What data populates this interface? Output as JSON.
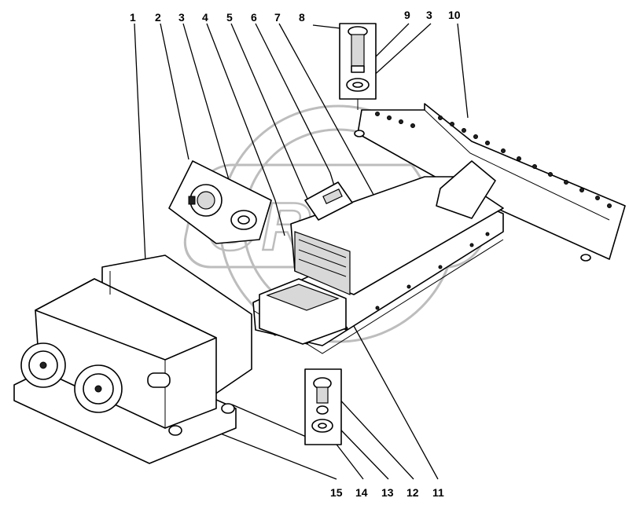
{
  "diagram": {
    "watermark_text": "OREX",
    "callouts": {
      "n1": "1",
      "n2": "2",
      "n3a": "3",
      "n4": "4",
      "n5": "5",
      "n6": "6",
      "n7": "7",
      "n8": "8",
      "n9": "9",
      "n3b": "3",
      "n10": "10",
      "n15": "15",
      "n14": "14",
      "n13": "13",
      "n12": "12",
      "n11": "11"
    }
  }
}
